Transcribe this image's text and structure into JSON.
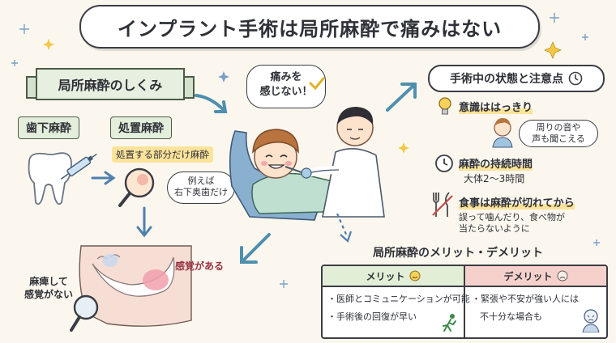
{
  "title": "インプラント手術は局所麻酔で痛みはない",
  "left": {
    "heading": "局所麻酔のしくみ",
    "tag_gum": "歯下麻酔",
    "tag_local": "処置麻酔",
    "highlight": "処置する部分だけ麻酔",
    "bubble": [
      "例えば",
      "右下奥歯だけ"
    ],
    "numb_label": [
      "麻痺して",
      "感覚がない"
    ],
    "feeling_label": "感覚がある"
  },
  "center": {
    "speech": [
      "痛みを",
      "感じない！"
    ]
  },
  "right": {
    "heading": "手術中の状態と注意点",
    "items": [
      {
        "icon": "lightbulb-icon",
        "label": "意識ははっきり"
      },
      {
        "icon": "clock-icon",
        "label": "麻酔の持続時間",
        "sub": "大体2〜3時間"
      },
      {
        "icon": "cutlery-icon",
        "label": "食事は麻酔が切れてから",
        "sub": "誤って噛んだり、食べ物が\n当たらないように"
      }
    ],
    "bubble": [
      "周りの音や",
      "声も聞こえる"
    ]
  },
  "table": {
    "heading": "局所麻酔のメリット・デメリット",
    "merit_label": "メリット",
    "demerit_label": "デメリット",
    "merits": [
      "・医師とコミュニケーションが可能",
      "・手術後の回復が早い"
    ],
    "demerits": [
      "・緊張や不安が強い人には",
      "不十分な場合も"
    ]
  },
  "colors": {
    "merit": "#e2efd6",
    "demerit": "#f6d1cc",
    "highlight": "#fbe39b",
    "accent_green": "#4c5a48"
  }
}
